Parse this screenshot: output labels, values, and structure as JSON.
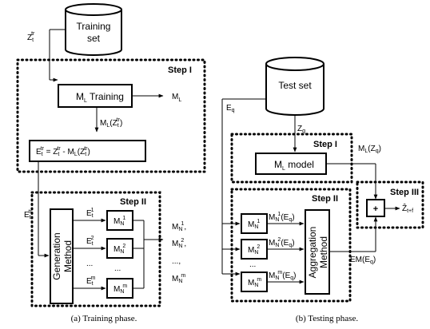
{
  "training": {
    "db_line1": "Training",
    "db_line2": "set",
    "z_in": "Z",
    "z_in_sub": "t",
    "z_in_sup": "tr",
    "step1": "Step I",
    "ml_box": "M",
    "ml_box_sub": "L",
    "ml_box_rest": " Training",
    "ml_out": "M",
    "ml_out_sub": "L",
    "mlz_label": "M",
    "mlz_sub": "L",
    "mlz_paren": "(Z",
    "mlz_paren_sub": "t",
    "mlz_paren_sup": "tr",
    "mlz_close": ")",
    "err_box": "E",
    "err_box_sub": "t",
    "err_box_sup": "tr",
    "err_box_eq": " = Z",
    "err_box_eq_sub": "t",
    "err_box_eq_sup": "tr",
    "err_box_minus": " - M",
    "err_box_minus_sub": "L",
    "err_box_rest": "(Z",
    "err_box_rest_sub": "t",
    "err_box_rest_sup": "tr",
    "err_box_close": ")",
    "e_side": "E",
    "e_side_sub": "t",
    "e_side_sup": "tr",
    "step2": "Step II",
    "gen_line1": "Generation",
    "gen_line2": "Method",
    "e_labels": [
      "E",
      "E",
      "E"
    ],
    "e_subs": [
      "t",
      "t",
      "t"
    ],
    "e_sups": [
      "1",
      "2",
      "m"
    ],
    "dots_small": "...",
    "mn": [
      "M",
      "M",
      "M"
    ],
    "mn_subs": [
      "N",
      "N",
      "N"
    ],
    "mn_sups": [
      "1",
      "2",
      "m"
    ],
    "out_mn": [
      "M",
      "M",
      "M"
    ],
    "out_subs": [
      "N",
      "N",
      "N"
    ],
    "out_sups": [
      "1",
      "2",
      "m"
    ],
    "out_commas": [
      ",",
      ",",
      ""
    ],
    "out_ellipsis": "...,",
    "caption": "(a) Training phase."
  },
  "testing": {
    "db": "Test set",
    "eq_label": "E",
    "eq_sub": "q",
    "zq_label": "Z",
    "zq_sub": "q",
    "step1": "Step I",
    "ml_model": "M",
    "ml_model_sub": "L",
    "ml_model_rest": " model",
    "mlzq": "M",
    "mlzq_sub": "L",
    "mlzq_rest": "(Z",
    "mlzq_rest_sub": "q",
    "mlzq_close": ")",
    "step2": "Step II",
    "step3": "Step III",
    "plus": "+",
    "zhat": "Ẑ",
    "zhat_sub": "t+f",
    "mn": [
      "M",
      "M",
      "M"
    ],
    "mn_subs": [
      "N",
      "N",
      "N"
    ],
    "mn_sups": [
      "1",
      "2",
      "m"
    ],
    "mneq": [
      "M",
      "M",
      "M"
    ],
    "mneq_subs": [
      "N",
      "N",
      "N"
    ],
    "mneq_sups": [
      "1",
      "2",
      "m"
    ],
    "mneq_rest": [
      "(E",
      "(E",
      "(E"
    ],
    "mneq_rest_subs": [
      "q",
      "q",
      "q"
    ],
    "mneq_close": [
      ")",
      ")",
      ")"
    ],
    "dots_small": "...",
    "agg_line1": "Aggregation",
    "agg_line2": "Method",
    "em": "EM(E",
    "em_sub": "q",
    "em_close": ")",
    "caption": "(b) Testing phase."
  }
}
